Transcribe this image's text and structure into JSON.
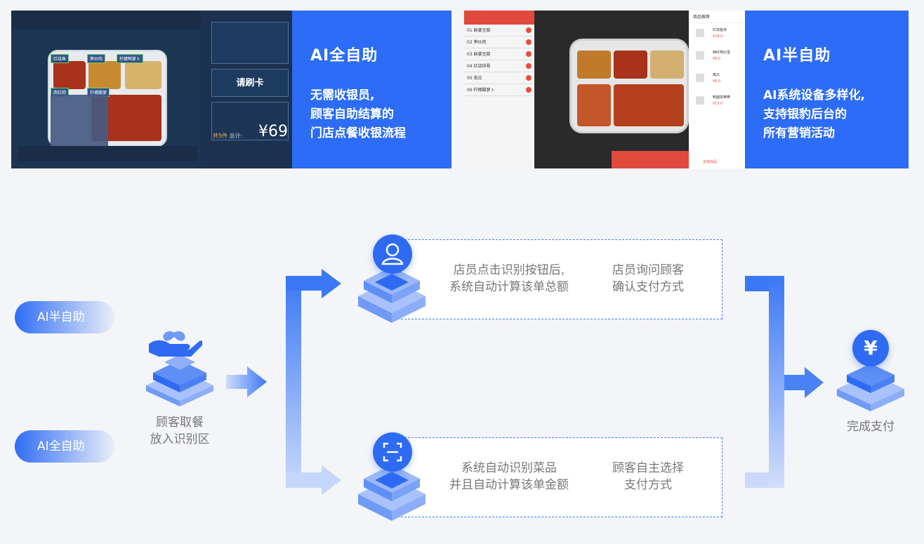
{
  "cards": {
    "full": {
      "title": "AI全自助",
      "desc": [
        "无需收银员,",
        "顾客自助结算的",
        "门店点餐收银流程"
      ],
      "screenshot": {
        "swipe_card": "请刷卡",
        "total_count": "共5件",
        "total_label": "总计:",
        "total_price": "¥69",
        "labels": [
          "红烧鱼",
          "笋炒肉",
          "柠檬鸭萝卜",
          "西红柿",
          "柠檬酸萝"
        ]
      }
    },
    "semi": {
      "title": "AI半自助",
      "desc": [
        "AI系统设备多样化,",
        "支持银豹后台的",
        "所有营销活动"
      ],
      "screenshot": {
        "list_items": [
          "01 麻婆豆腐",
          "02 笋炒肉",
          "03 麻婆豆腐",
          "04 红烧排骨",
          "05 南瓜",
          "06 柠檬酸萝卜"
        ],
        "panel_title": "商品推荐",
        "products": [
          {
            "name": "红烧鱼块",
            "price": "¥18.0"
          },
          {
            "name": "西红柿炒蛋",
            "price": "¥8.0"
          },
          {
            "name": "南瓜",
            "price": "¥6.0"
          },
          {
            "name": "鸭腿饼棒棒",
            "price": "¥15.0"
          }
        ],
        "all_products": "全部商品"
      }
    }
  },
  "modes": {
    "semi": "AI半自助",
    "full": "AI全自助"
  },
  "start_step": {
    "label_line1": "顾客取餐",
    "label_line2": "放入识别区"
  },
  "semi_flow": {
    "step1": [
      "店员点击识别按钮后,",
      "系统自动计算该单总额"
    ],
    "step2": [
      "店员询问顾客",
      "确认支付方式"
    ]
  },
  "full_flow": {
    "step1": [
      "系统自动识别菜品",
      "并且自动计算该单金额"
    ],
    "step2": [
      "顾客自主选择",
      "支付方式"
    ]
  },
  "end_step": {
    "label": "完成支付",
    "symbol": "¥"
  },
  "icons": {
    "user": "user-icon",
    "scan": "scan-icon",
    "yen": "yen-icon",
    "hand": "hand-icon"
  },
  "colors": {
    "primary": "#2c6cf6",
    "background": "#f3f5f8"
  }
}
